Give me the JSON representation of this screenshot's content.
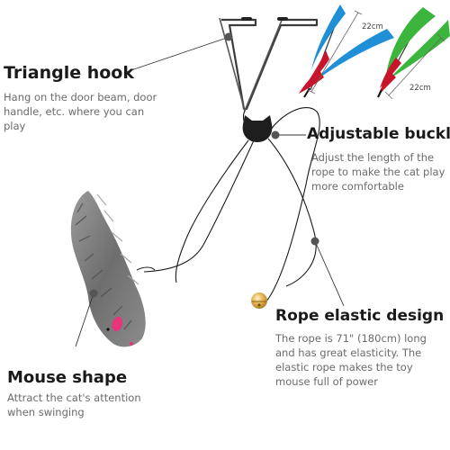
{
  "callouts": {
    "triangle_hook": {
      "title": "Triangle hook",
      "description": "Hang on the door beam, door handle, etc. where you can play"
    },
    "adjustable_buckle": {
      "title": "Adjustable buckle",
      "description": "Adjust the length of the rope to make the cat play more comfortable"
    },
    "rope_elastic": {
      "title": "Rope elastic design",
      "description": "The rope is 71\" (180cm) long and has great elasticity. The elastic rope makes the toy mouse full of power"
    },
    "mouse_shape": {
      "title": "Mouse shape",
      "description": "Attract the cat's attention when swinging"
    }
  },
  "feathers": {
    "blue_length": "22cm",
    "green_length": "22cm"
  },
  "colors": {
    "feather_blue": "#1f8fd8",
    "feather_green": "#3cb53c",
    "feather_red": "#c8152b",
    "mouse_fur": "#7a7a7a",
    "buckle": "#1e1e1e",
    "bell": "#d9a441"
  }
}
